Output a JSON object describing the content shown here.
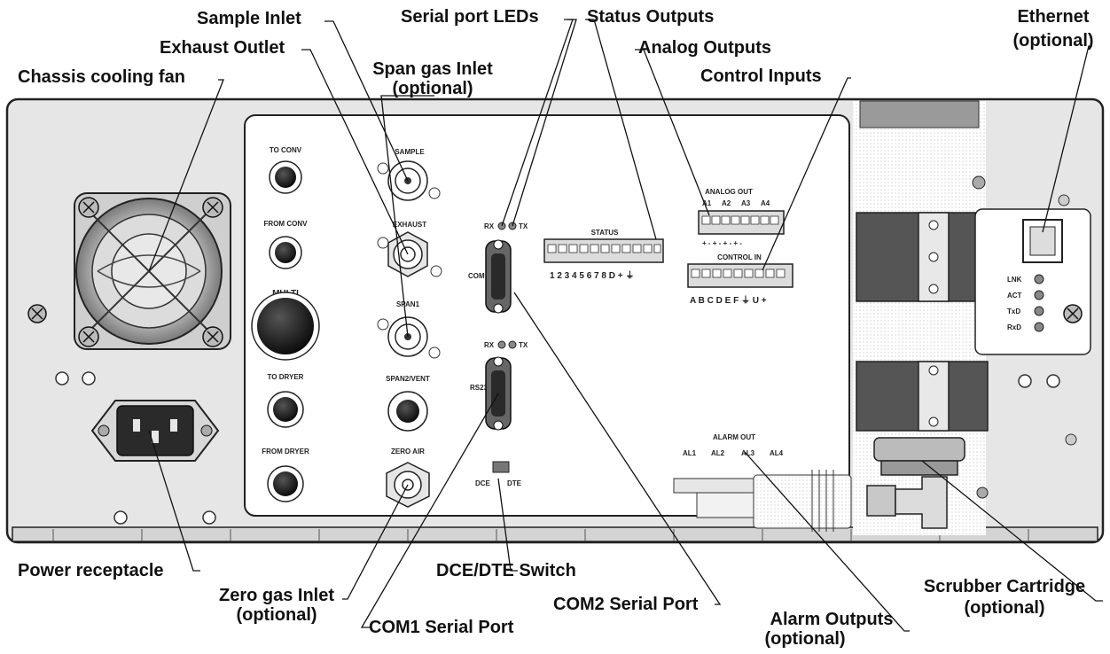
{
  "callouts": {
    "sample_inlet": "Sample Inlet",
    "exhaust_outlet": "Exhaust Outlet",
    "chassis_fan": "Chassis cooling fan",
    "span_inlet_1": "Span gas Inlet",
    "span_inlet_2": "(optional)",
    "serial_leds": "Serial port LEDs",
    "status_outputs": "Status Outputs",
    "analog_outputs": "Analog Outputs",
    "control_inputs": "Control Inputs",
    "ethernet_1": "Ethernet",
    "ethernet_2": "(optional)",
    "power_receptacle": "Power receptacle",
    "zero_gas_1": "Zero gas Inlet",
    "zero_gas_2": "(optional)",
    "dce_dte_switch": "DCE/DTE Switch",
    "com1_port": "COM1 Serial Port",
    "com2_port": "COM2 Serial Port",
    "alarm_outputs_1": "Alarm Outputs",
    "alarm_outputs_2": "(optional)",
    "scrubber_1": "Scrubber Cartridge",
    "scrubber_2": "(optional)"
  },
  "panel_labels": {
    "to_conv": "TO CONV",
    "from_conv": "FROM CONV",
    "multi": "MULTI",
    "to_dryer": "TO DRYER",
    "from_dryer": "FROM DRYER",
    "sample": "SAMPLE",
    "exhaust": "EXHAUST",
    "span1": "SPAN1",
    "span2_vent": "SPAN2/VENT",
    "zero_air": "ZERO AIR",
    "rx": "RX",
    "tx": "TX",
    "com2": "COM 2",
    "rs232": "RS232",
    "dce": "DCE",
    "dte": "DTE",
    "status": "STATUS",
    "status_pins": "1 2 3 4 5 6 7 8 D  + ⏚",
    "analog_out": "ANALOG OUT",
    "a1": "A1",
    "a2": "A2",
    "a3": "A3",
    "a4": "A4",
    "analog_pins": "+ -  + -  + -  + -",
    "control_in": "CONTROL IN",
    "control_pins": "A B C D E F ⏚ U +",
    "alarm_out": "ALARM OUT",
    "al1": "AL1",
    "al2": "AL2",
    "al3": "AL3",
    "al4": "AL4",
    "lnk": "LNK",
    "act": "ACT",
    "txd": "TxD",
    "rxd": "RxD"
  },
  "colors": {
    "panel": "#e6e6e6",
    "plate": "#ffffff",
    "outline": "#222222",
    "dark_port": "#151515",
    "tube_dark": "#4a4a4a"
  }
}
